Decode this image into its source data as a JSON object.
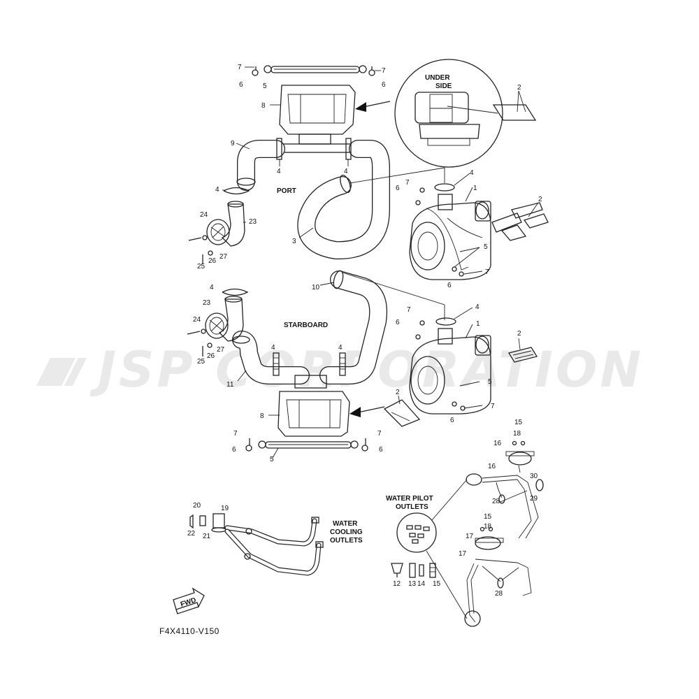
{
  "diagram_code": "F4X4110-V150",
  "watermark": "JSP CORPORATION",
  "labels": {
    "port": "PORT",
    "starboard": "STARBOARD",
    "under_side_1": "UNDER",
    "under_side_2": "SIDE",
    "water_pilot_1": "WATER PILOT",
    "water_pilot_2": "OUTLETS",
    "water_cooling_1": "WATER",
    "water_cooling_2": "COOLING",
    "water_cooling_3": "OUTLETS",
    "fwd": "FWD"
  },
  "callouts": {
    "n1": "1",
    "n2": "2",
    "n3": "3",
    "n4": "4",
    "n5": "5",
    "n6": "6",
    "n7": "7",
    "n8": "8",
    "n9": "9",
    "n10": "10",
    "n11": "11",
    "n12": "12",
    "n13": "13",
    "n14": "14",
    "n15": "15",
    "n16": "16",
    "n17": "17",
    "n18": "18",
    "n19": "19",
    "n20": "20",
    "n21": "21",
    "n22": "22",
    "n23": "23",
    "n24": "24",
    "n25": "25",
    "n26": "26",
    "n27": "27",
    "n28": "28",
    "n29": "29",
    "n30": "30"
  }
}
